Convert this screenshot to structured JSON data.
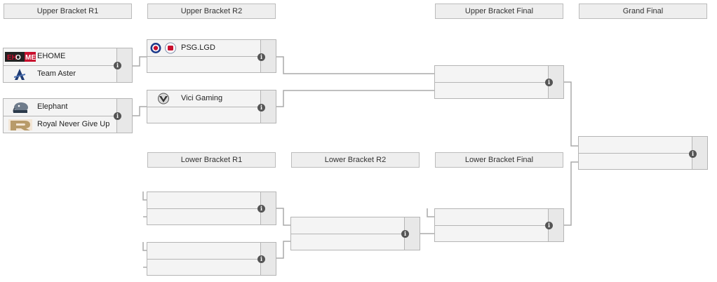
{
  "headers": {
    "ub_r1": "Upper Bracket R1",
    "ub_r2": "Upper Bracket R2",
    "ub_final": "Upper Bracket Final",
    "grand_final": "Grand Final",
    "lb_r1": "Lower Bracket R1",
    "lb_r2": "Lower Bracket R2",
    "lb_final": "Lower Bracket Final"
  },
  "ub_r1": {
    "match1": {
      "team1": "EHOME",
      "team1_logo": "ehome-logo",
      "team2": "Team Aster",
      "team2_logo": "team-aster-logo"
    },
    "match2": {
      "team1": "Elephant",
      "team1_logo": "elephant-logo",
      "team2": "Royal Never Give Up",
      "team2_logo": "rng-logo"
    }
  },
  "ub_r2": {
    "match1": {
      "team1": "PSG.LGD",
      "team1_logo": "psg-lgd-logo"
    },
    "match2": {
      "team1": "Vici Gaming",
      "team1_logo": "vici-gaming-logo"
    }
  },
  "info_icon_glyph": "i",
  "colors": {
    "header_bg": "#eeeeee",
    "match_bg": "#f4f4f4",
    "border": "#b5b5b5",
    "line": "#aaaaaa",
    "info": "#555555"
  }
}
